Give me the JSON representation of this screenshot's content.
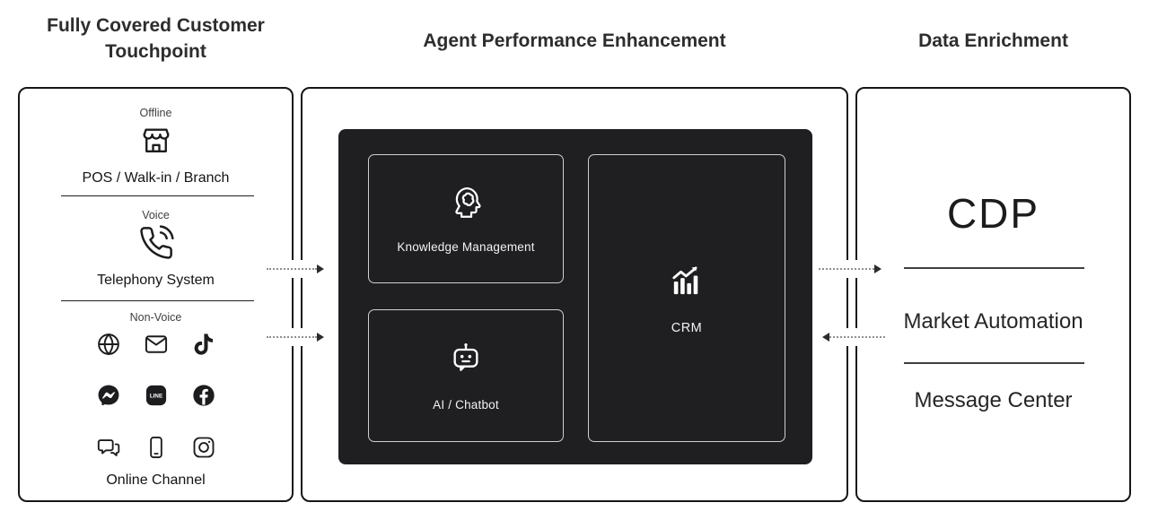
{
  "titles": {
    "touchpoint": "Fully Covered Customer Touchpoint",
    "agent": "Agent Performance Enhancement",
    "data": "Data Enrichment"
  },
  "touchpoint": {
    "offline": {
      "label": "Offline",
      "caption": "POS / Walk-in / Branch",
      "icon": "storefront-icon"
    },
    "voice": {
      "label": "Voice",
      "caption": "Telephony System",
      "icon": "phone-call-icon"
    },
    "non_voice": {
      "label": "Non-Voice",
      "caption": "Online Channel",
      "icons": [
        "globe-icon",
        "mail-icon",
        "tiktok-icon",
        "messenger-icon",
        "line-app-icon",
        "facebook-icon",
        "chat-bubbles-icon",
        "smartphone-icon",
        "instagram-icon"
      ],
      "line_icon_text": "LINE"
    }
  },
  "agent": {
    "modules": [
      {
        "label": "Knowledge Management",
        "icon": "brain-head-icon"
      },
      {
        "label": "AI / Chatbot",
        "icon": "robot-icon"
      },
      {
        "label": "CRM",
        "icon": "growth-chart-icon"
      }
    ]
  },
  "data_enrichment": {
    "items": [
      {
        "label": "CDP"
      },
      {
        "label": "Market Automation"
      },
      {
        "label": "Message Center"
      }
    ]
  },
  "colors": {
    "panel_dark": "#1f1f21",
    "outer_border": "#161616",
    "module_border": "#cfcfcf",
    "text_dark": "#1d1d1f",
    "text_light": "#f2f2f2",
    "arrow_dot": "#8f8f8f",
    "arrow_head": "#2c2c2c"
  }
}
